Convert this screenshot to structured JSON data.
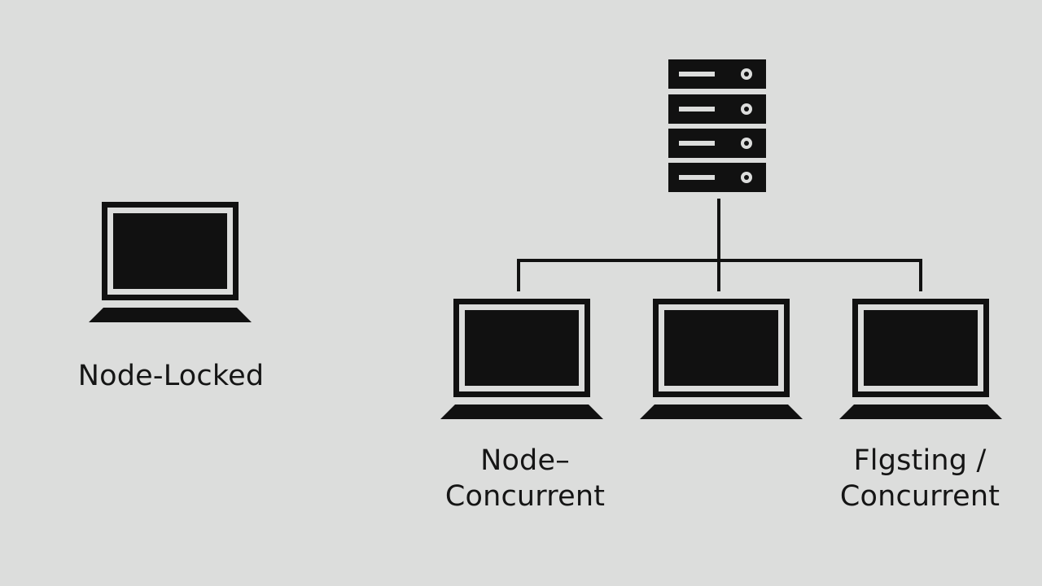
{
  "labels": {
    "node_locked": "Node-Locked",
    "node_concurrent_line1": "Node–",
    "node_concurrent_line2": "Concurrent",
    "floating_line1": "Flgsting /",
    "floating_line2": "Concurrent"
  },
  "icons": {
    "server": "server-rack-icon",
    "laptop": "laptop-icon"
  },
  "colors": {
    "background": "#dcdddc",
    "ink": "#111111"
  }
}
